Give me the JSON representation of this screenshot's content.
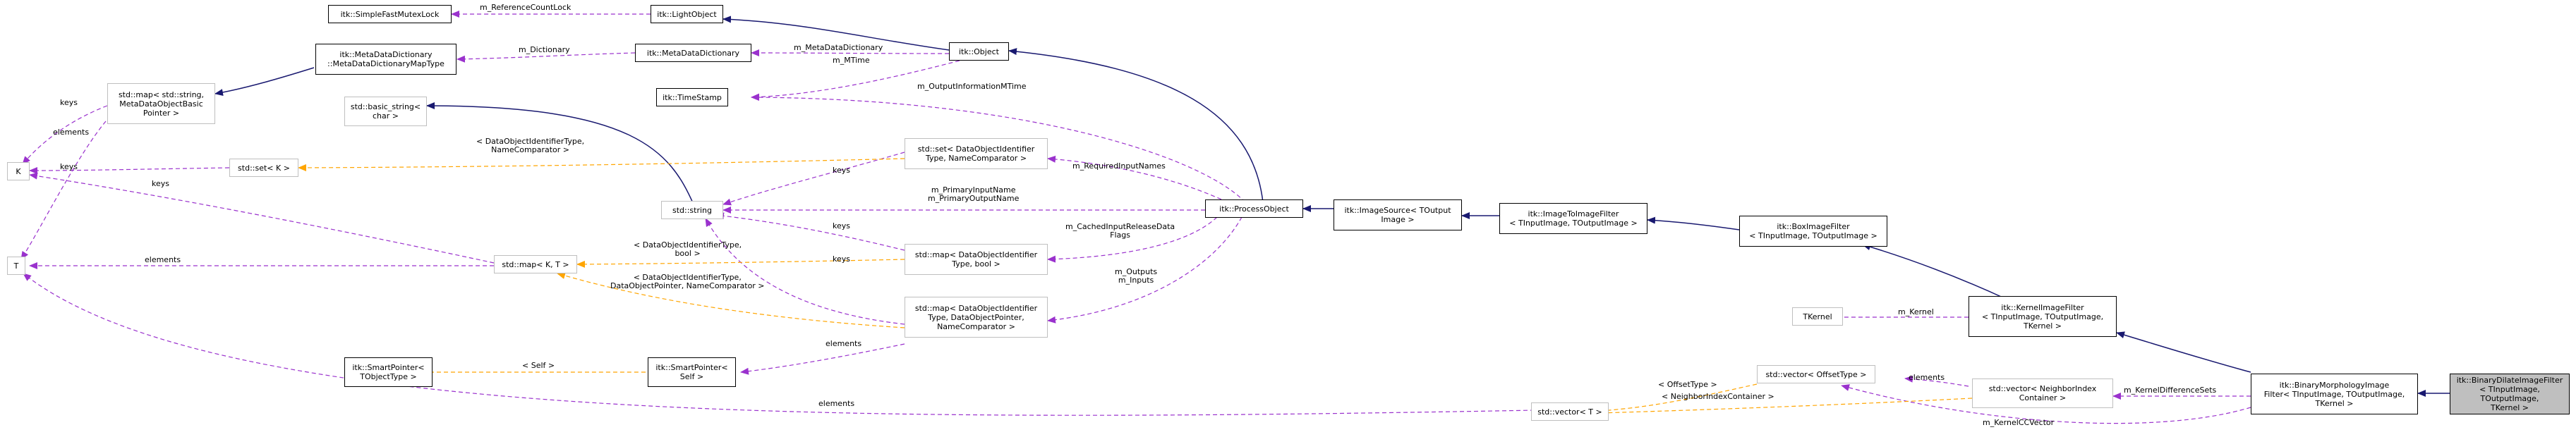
{
  "colors": {
    "inherit": "#191970",
    "usage": "#9a32cd",
    "template": "#ffa500",
    "box_border": "#000000",
    "gray_border": "#bfbfbf",
    "main_fill": "#bfbfbf"
  },
  "nodes": {
    "simplefastmutexlock": "itk::SimpleFastMutexLock",
    "lightobject": "itk::LightObject",
    "metadatadictionary_map": "itk::MetaDataDictionary\n::MetaDataDictionaryMapType",
    "metadatadictionary": "itk::MetaDataDictionary",
    "object": "itk::Object",
    "map_string_metadata": "std::map< std::string,\nMetaDataObjectBasic\nPointer >",
    "timestamp": "itk::TimeStamp",
    "basic_string": "std::basic_string<\nchar >",
    "k": "K",
    "set_k": "std::set< K >",
    "set_dataobject": "std::set< DataObjectIdentifier\nType, NameComparator >",
    "string": "std::string",
    "processobject": "itk::ProcessObject",
    "imagesource": "itk::ImageSource< TOutput\nImage >",
    "imagetoimagefilter": "itk::ImageToImageFilter\n< TInputImage, TOutputImage >",
    "boximagefilter": "itk::BoxImageFilter\n< TInputImage, TOutputImage >",
    "t": "T",
    "map_kt": "std::map< K, T >",
    "map_dataobject_bool": "std::map< DataObjectIdentifier\nType, bool >",
    "map_dataobject_pointer": "std::map< DataObjectIdentifier\nType, DataObjectPointer,\nNameComparator >",
    "tkernel": "TKernel",
    "kernelimagefilter": "itk::KernelImageFilter\n< TInputImage, TOutputImage,\nTKernel >",
    "smartpointer_t": "itk::SmartPointer<\nTObjectType >",
    "smartpointer_self": "itk::SmartPointer<\nSelf >",
    "vector_offset": "std::vector< OffsetType >",
    "vector_neighbor": "std::vector< NeighborIndex\nContainer >",
    "binarymorphology": "itk::BinaryMorphologyImage\nFilter< TInputImage, TOutputImage,\nTKernel >",
    "binarydilate": "itk::BinaryDilateImageFilter\n< TInputImage, TOutputImage,\nTKernel >",
    "vector_t": "std::vector< T >"
  },
  "edges": {
    "m_referencecountlock": "m_ReferenceCountLock",
    "m_dictionary": "m_Dictionary",
    "m_metadatadictionary": "m_MetaDataDictionary",
    "m_mtime": "m_MTime",
    "m_outputinformationmtime": "m_OutputInformationMTime",
    "keys_map": "keys",
    "elements_map": "elements",
    "keys_set": "keys",
    "set_template": "< DataObjectIdentifierType,\nNameComparator >",
    "keys_set_dataobject": "keys",
    "m_requiredinputnames": "m_RequiredInputNames",
    "keys_map_kt": "keys",
    "m_primary": "m_PrimaryInputName\nm_PrimaryOutputName",
    "keys_map_bool": "keys",
    "m_cachedinput": "m_CachedInputReleaseData\nFlags",
    "elements_map_kt": "elements",
    "map_template_bool": "< DataObjectIdentifierType,\nbool >",
    "map_template_pointer": "< DataObjectIdentifierType,\nDataObjectPointer, NameComparator >",
    "m_outputs": "m_Outputs\nm_Inputs",
    "m_kernel": "m_Kernel",
    "self_template": "< Self >",
    "elements_smartpointer": "elements",
    "elements_vector_t": "elements",
    "offsettype_template": "< OffsetType >",
    "neighbor_template": "< NeighborIndexContainer >",
    "elements_vector_offset": "elements",
    "m_kerneldifferencesets": "m_KernelDifferenceSets",
    "m_kernelccvector": "m_KernelCCVector"
  }
}
